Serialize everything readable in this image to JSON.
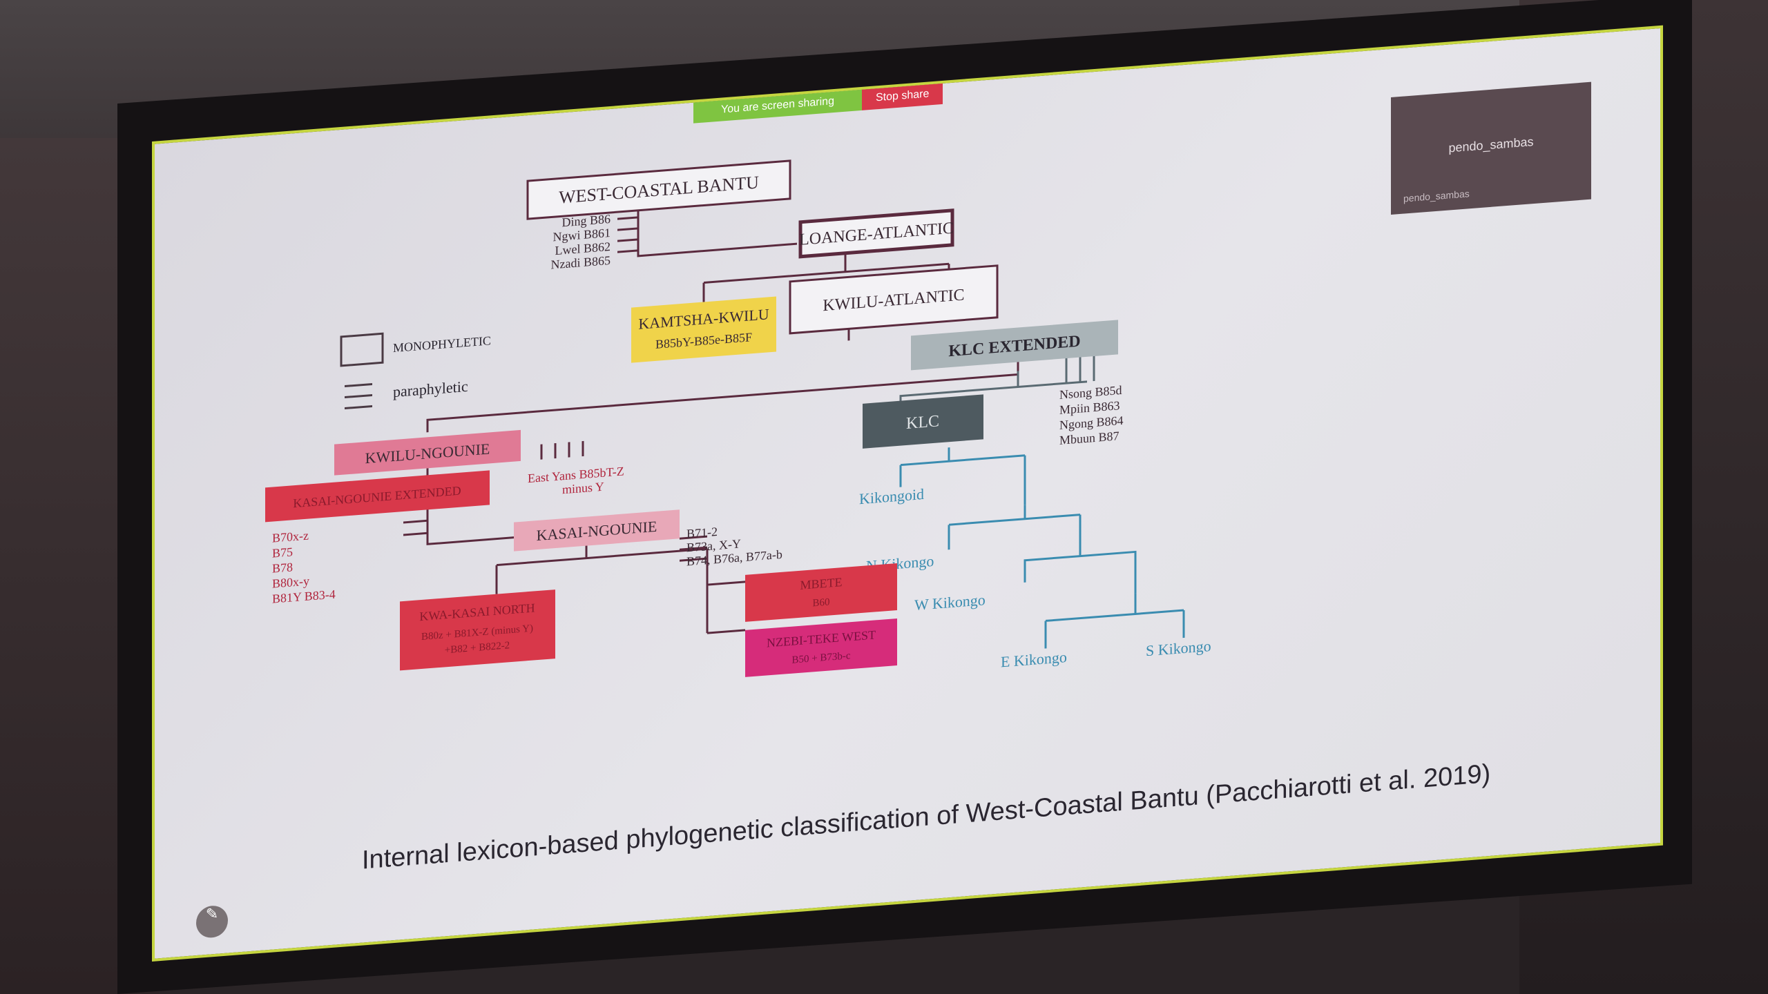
{
  "share_bar": {
    "sharing_text": "You are screen sharing",
    "stop_label": "Stop share"
  },
  "video_tile": {
    "name": "pendo_sambas",
    "label": "pendo_sambas"
  },
  "legend": {
    "mono": "MONOPHYLETIC",
    "para": "paraphyletic"
  },
  "nodes": {
    "wcb": "WEST-COASTAL BANTU",
    "la": "LOANGE-ATLANTIC",
    "kk": "KAMTSHA-KWILU",
    "kk_sub": "B85bY-B85e-B85F",
    "kwa": "KWILU-ATLANTIC",
    "klce": "KLC EXTENDED",
    "klc": "KLC",
    "kn": "KWILU-NGOUNIE",
    "kne": "KASAI-NGOUNIE EXTENDED",
    "kasn": "KASAI-NGOUNIE",
    "kkn": "KWA-KASAI NORTH",
    "kkn_sub1": "B80z + B81X-Z (minus Y)",
    "kkn_sub2": "+B82 + B822-2",
    "mbete": "MBETE",
    "mbete_sub": "B60",
    "nzebi": "NZEBI-TEKE WEST",
    "nzebi_sub": "B50 + B73b-c"
  },
  "leaves": {
    "wcb": [
      "Ding B86",
      "Ngwi B861",
      "Lwel B862",
      "Nzadi B865"
    ],
    "klce": [
      "Nsong B85d",
      "Mpiin B863",
      "Ngong B864",
      "Mbuun B87"
    ],
    "kn_1": "East Yans B85bT-Z",
    "kn_2": "minus Y",
    "kne": [
      "B70x-z",
      "B75",
      "B78",
      "B80x-y",
      "B81Y B83-4"
    ],
    "kasn": [
      "B71-2",
      "B73a, X-Y",
      "B74, B76a, B77a-b"
    ],
    "kikongo": {
      "root": "Kikongoid",
      "n": "N Kikongo",
      "w": "W Kikongo",
      "e": "E Kikongo",
      "s": "S Kikongo"
    }
  },
  "caption": "Internal lexicon-based phylogenetic classification of West-Coastal Bantu (Pacchiarotti et al. 2019)",
  "colors": {
    "line": "#5a2a3e",
    "kk": "#f0d34a",
    "klce": "#aab4b8",
    "klc": "#4e5a60",
    "kn": "#e07a95",
    "kne": "#d8384a",
    "kasn": "#e8a8b8",
    "kkn": "#d8384a",
    "mbete": "#d8384a",
    "nzebi": "#d62c7a",
    "kik": "#3a8cb0",
    "red_text": "#b0243c"
  },
  "icons": {
    "pen": "pencil-icon"
  }
}
